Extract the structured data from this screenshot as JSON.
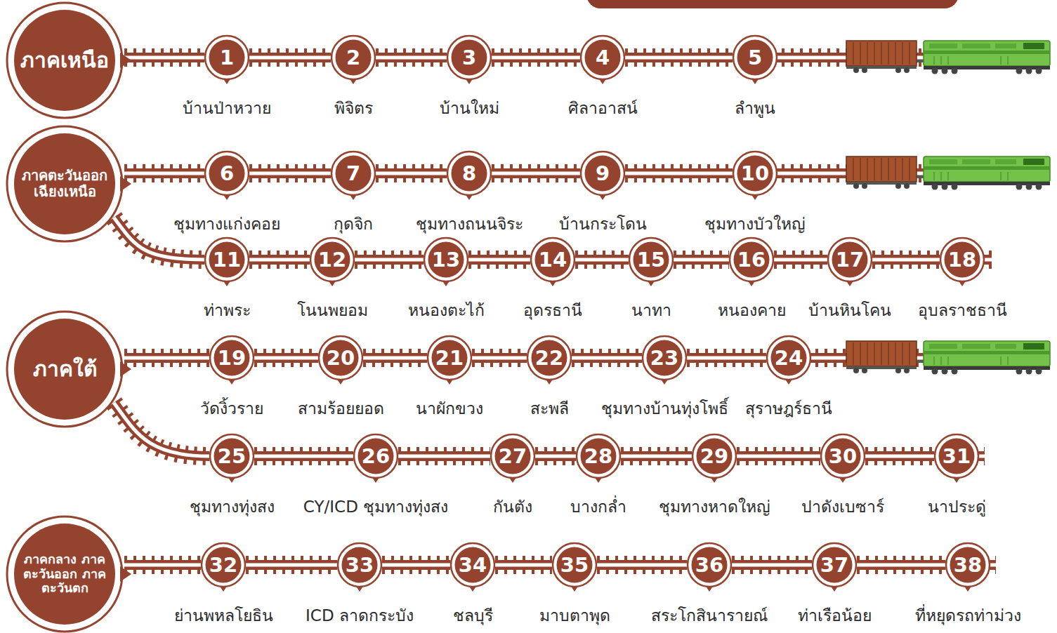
{
  "diagram": {
    "nodes": [
      {
        "text": [
          "ภาคเหนือ"
        ]
      },
      {
        "text": [
          "1",
          "บ้านป่าหวาย"
        ]
      },
      {
        "text": [
          "2",
          "พิจิตร"
        ]
      },
      {
        "text": [
          "3",
          "บ้านใหม่"
        ]
      },
      {
        "text": [
          "4",
          "ศิลาอาสน์"
        ]
      },
      {
        "text": [
          "5",
          "ลำพูน"
        ]
      },
      {
        "text": [
          "ภาคตะวันออก เฉียงเหนือ"
        ]
      },
      {
        "text": [
          "6",
          "ชุมทางแก่งคอย"
        ]
      },
      {
        "text": [
          "7",
          "กุดจิก"
        ]
      },
      {
        "text": [
          "8",
          "ชุมทางถนนจิระ"
        ]
      },
      {
        "text": [
          "9",
          "บ้านกระโดน"
        ]
      },
      {
        "text": [
          "10",
          "ชุมทางบัวใหญ่"
        ]
      },
      {
        "text": [
          "11",
          "ท่าพระ"
        ]
      },
      {
        "text": [
          "12",
          "โนนพยอม"
        ]
      },
      {
        "text": [
          "13",
          "หนองตะไก้"
        ]
      },
      {
        "text": [
          "14",
          "อุดรธานี"
        ]
      },
      {
        "text": [
          "15",
          "นาทา"
        ]
      },
      {
        "text": [
          "16",
          "หนองคาย"
        ]
      },
      {
        "text": [
          "17",
          "บ้านหินโคน"
        ]
      },
      {
        "text": [
          "18",
          "อุบลราชธานี"
        ]
      },
      {
        "text": [
          "ภาคใต้"
        ]
      },
      {
        "text": [
          "19",
          "วัดงิ้วราย"
        ]
      },
      {
        "text": [
          "20",
          "สามร้อยยอด"
        ]
      },
      {
        "text": [
          "21",
          "นาผักขวง"
        ]
      },
      {
        "text": [
          "22",
          "สะพลี"
        ]
      },
      {
        "text": [
          "23",
          "ชุมทางบ้านทุ่งโพธิ์"
        ]
      },
      {
        "text": [
          "24",
          "สุราษฎร์ธานี"
        ]
      },
      {
        "text": [
          "25",
          "ชุมทางทุ่งสง"
        ]
      },
      {
        "text": [
          "26",
          "CY/ICD ชุมทางทุ่งสง"
        ]
      },
      {
        "text": [
          "27",
          "กันตัง"
        ]
      },
      {
        "text": [
          "28",
          "บางกล่ำ"
        ]
      },
      {
        "text": [
          "29",
          "ชุมทางหาดใหญ่"
        ]
      },
      {
        "text": [
          "30",
          "ปาดังเบซาร์"
        ]
      },
      {
        "text": [
          "31",
          "นาประดู่"
        ]
      },
      {
        "text": [
          "ภาคกลาง ภาคตะวันออก ภาคตะวันตก"
        ]
      },
      {
        "text": [
          "32",
          "ย่านพหลโยธิน"
        ]
      },
      {
        "text": [
          "33",
          "ICD ลาดกระบัง"
        ]
      },
      {
        "text": [
          "34",
          "ชลบุรี"
        ]
      },
      {
        "text": [
          "35",
          "มาบตาพุด"
        ]
      },
      {
        "text": [
          "36",
          "สระโกสินารายณ์"
        ]
      },
      {
        "text": [
          "37",
          "ท่าเรือน้อย"
        ]
      },
      {
        "text": [
          "38",
          "ที่หยุดรถท่าม่วง"
        ]
      }
    ],
    "edges": [
      {
        "from": 0,
        "to": 1,
        "arrow": "none"
      },
      {
        "from": 1,
        "to": 2,
        "arrow": "none"
      },
      {
        "from": 2,
        "to": 3,
        "arrow": "none"
      },
      {
        "from": 3,
        "to": 4,
        "arrow": "none"
      },
      {
        "from": 4,
        "to": 5,
        "arrow": "none"
      },
      {
        "from": 6,
        "to": 7,
        "arrow": "none"
      },
      {
        "from": 7,
        "to": 8,
        "arrow": "none"
      },
      {
        "from": 8,
        "to": 9,
        "arrow": "none"
      },
      {
        "from": 9,
        "to": 10,
        "arrow": "none"
      },
      {
        "from": 10,
        "to": 11,
        "arrow": "none"
      },
      {
        "from": 6,
        "to": 12,
        "arrow": "none"
      },
      {
        "from": 12,
        "to": 13,
        "arrow": "none"
      },
      {
        "from": 13,
        "to": 14,
        "arrow": "none"
      },
      {
        "from": 14,
        "to": 15,
        "arrow": "none"
      },
      {
        "from": 15,
        "to": 16,
        "arrow": "none"
      },
      {
        "from": 16,
        "to": 17,
        "arrow": "none"
      },
      {
        "from": 17,
        "to": 18,
        "arrow": "none"
      },
      {
        "from": 18,
        "to": 19,
        "arrow": "none"
      },
      {
        "from": 20,
        "to": 21,
        "arrow": "none"
      },
      {
        "from": 21,
        "to": 22,
        "arrow": "none"
      },
      {
        "from": 22,
        "to": 23,
        "arrow": "none"
      },
      {
        "from": 23,
        "to": 24,
        "arrow": "none"
      },
      {
        "from": 24,
        "to": 25,
        "arrow": "none"
      },
      {
        "from": 25,
        "to": 26,
        "arrow": "none"
      },
      {
        "from": 20,
        "to": 27,
        "arrow": "none"
      },
      {
        "from": 27,
        "to": 28,
        "arrow": "none"
      },
      {
        "from": 28,
        "to": 29,
        "arrow": "none"
      },
      {
        "from": 29,
        "to": 30,
        "arrow": "none"
      },
      {
        "from": 30,
        "to": 31,
        "arrow": "none"
      },
      {
        "from": 31,
        "to": 32,
        "arrow": "none"
      },
      {
        "from": 32,
        "to": 33,
        "arrow": "none"
      },
      {
        "from": 34,
        "to": 35,
        "arrow": "none"
      },
      {
        "from": 35,
        "to": 36,
        "arrow": "none"
      },
      {
        "from": 36,
        "to": 37,
        "arrow": "none"
      },
      {
        "from": 37,
        "to": 38,
        "arrow": "none"
      },
      {
        "from": 38,
        "to": 39,
        "arrow": "none"
      },
      {
        "from": 39,
        "to": 40,
        "arrow": "none"
      },
      {
        "from": 40,
        "to": 41,
        "arrow": "none"
      }
    ]
  }
}
